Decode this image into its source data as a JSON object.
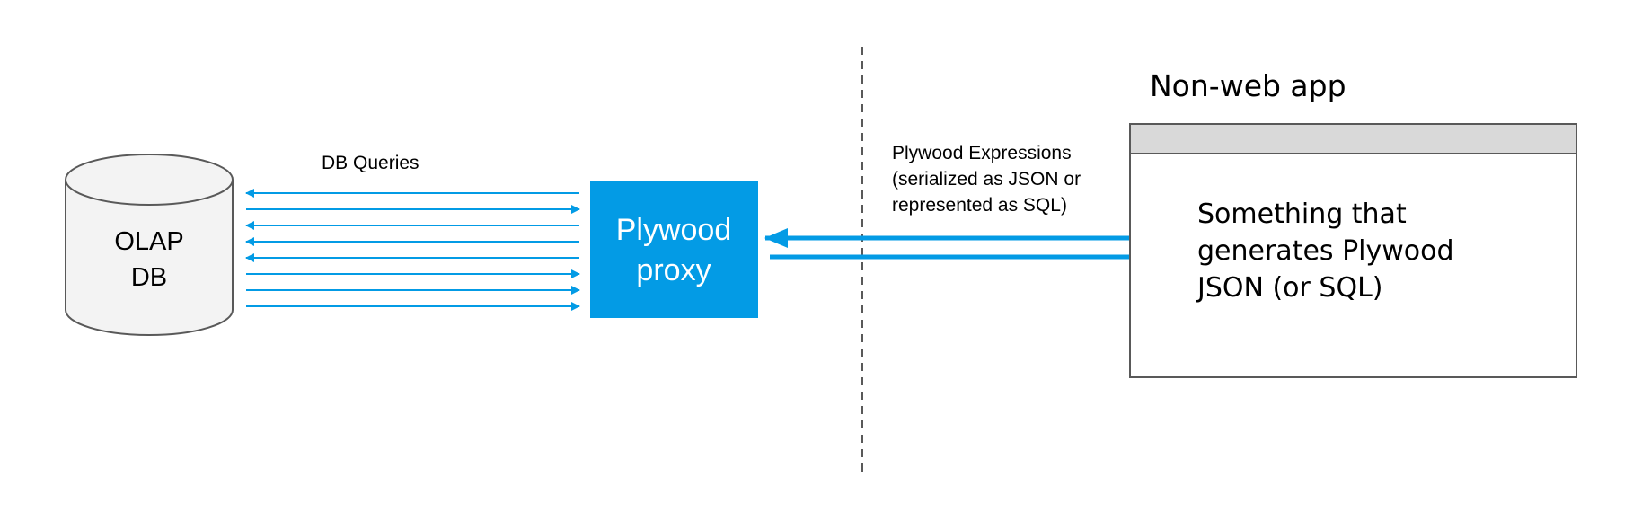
{
  "colors": {
    "accent": "#039be5",
    "db_fill": "#f3f3f3",
    "outline": "#595959",
    "titlebar": "#d9d9d9",
    "divider": "#595959"
  },
  "db": {
    "label_line1": "OLAP",
    "label_line2": "DB"
  },
  "queries": {
    "label": "DB Queries",
    "arrows": [
      "left",
      "right",
      "left",
      "left",
      "left",
      "right",
      "right",
      "right"
    ]
  },
  "proxy": {
    "label_line1": "Plywood",
    "label_line2": "proxy"
  },
  "expressions": {
    "line1": "Plywood Expressions",
    "line2": "(serialized as JSON or",
    "line3": "represented as SQL)"
  },
  "app": {
    "title": "Non-web app",
    "body_line1": "Something that",
    "body_line2": "generates Plywood",
    "body_line3": "JSON (or SQL)"
  }
}
